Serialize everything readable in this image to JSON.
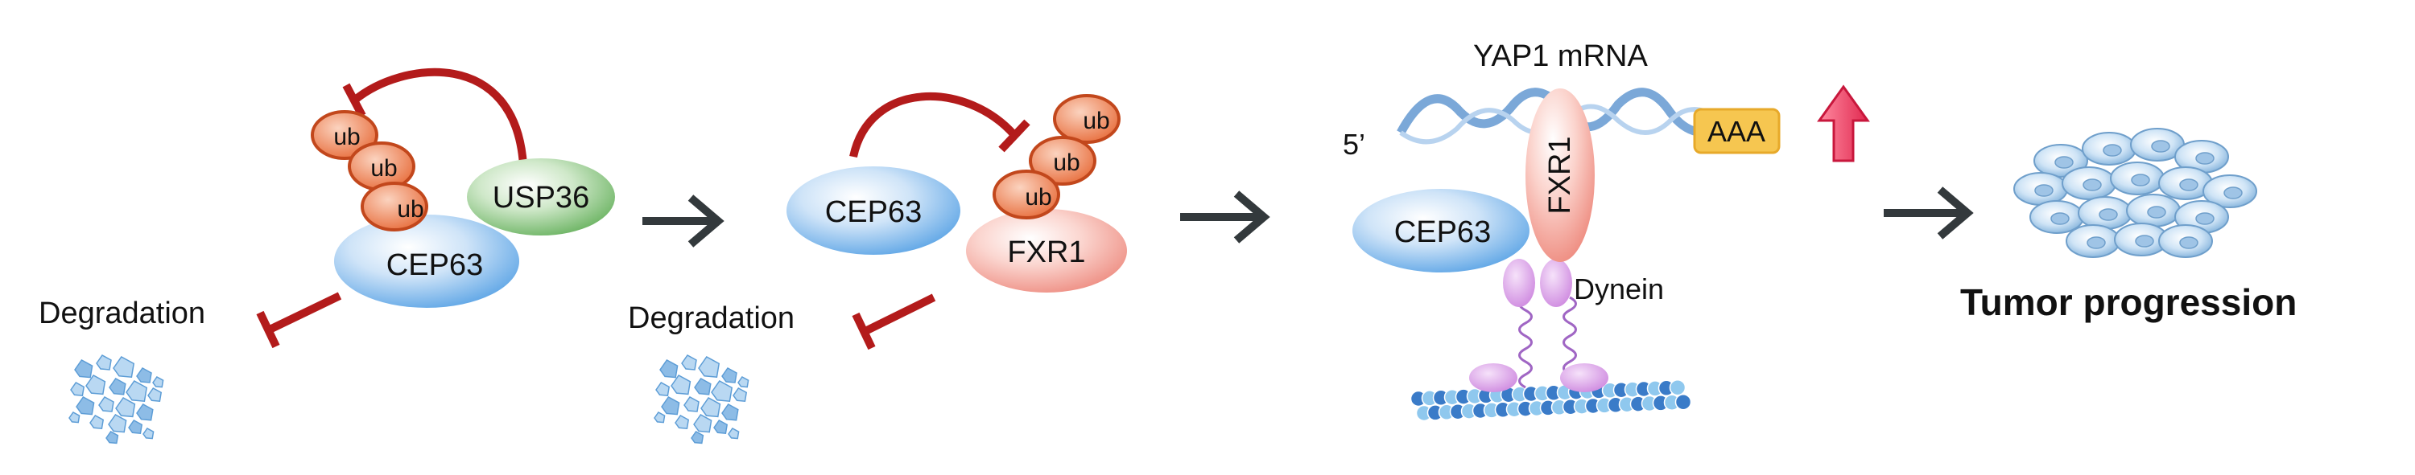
{
  "stage1": {
    "ub_labels": [
      "ub",
      "ub",
      "ub"
    ],
    "deubiquitinase": "USP36",
    "protein": "CEP63",
    "degradation": "Degradation"
  },
  "stage2": {
    "protein": "CEP63",
    "partner": "FXR1",
    "ub_labels": [
      "ub",
      "ub",
      "ub"
    ],
    "degradation": "Degradation"
  },
  "stage3": {
    "mrna_label": "YAP1 mRNA",
    "five_prime": "5’",
    "poly_a": "AAA",
    "fxr1": "FXR1",
    "protein": "CEP63",
    "motor": "Dynein"
  },
  "stage4": {
    "outcome": "Tumor progression"
  },
  "colors": {
    "inhibition": "#b31b1b",
    "arrow": "#33393c",
    "ub_fill": "#e8784e",
    "ub_stroke": "#c2471c",
    "cep63_fill": "#7fb8ea",
    "usp36_fill": "#7dbf74",
    "fxr1_fill": "#f2a49a",
    "aaa_fill": "#f6c650",
    "up_arrow": "#e53a5b",
    "dynein": "#d79ee4",
    "mrna": "#7ba8d8",
    "microtubule_dark": "#3a7bc8",
    "microtubule_light": "#8fc8ee"
  }
}
